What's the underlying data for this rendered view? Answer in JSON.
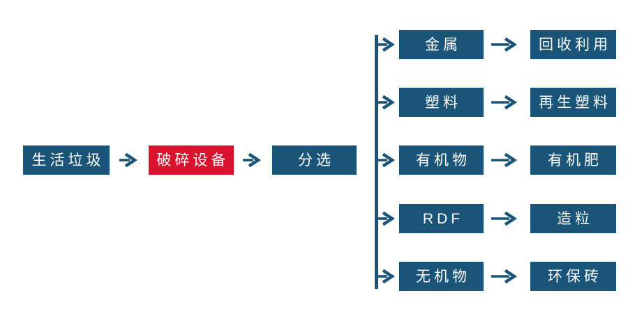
{
  "colors": {
    "box_blue": "#1A5478",
    "box_red": "#D9132D",
    "arrow": "#1A5478",
    "text": "#FFFFFF",
    "background": "#FFFFFF"
  },
  "icons": {
    "flow_arrow": "→"
  },
  "main_flow": {
    "nodes": [
      {
        "label": "生活垃圾",
        "color": "blue"
      },
      {
        "label": "破碎设备",
        "color": "red"
      },
      {
        "label": "分选",
        "color": "blue"
      }
    ]
  },
  "branches": [
    {
      "source": "金属",
      "result": "回收利用"
    },
    {
      "source": "塑料",
      "result": "再生塑料"
    },
    {
      "source": "有机物",
      "result": "有机肥"
    },
    {
      "source": "RDF",
      "result": "造粒"
    },
    {
      "source": "无机物",
      "result": "环保砖"
    }
  ]
}
